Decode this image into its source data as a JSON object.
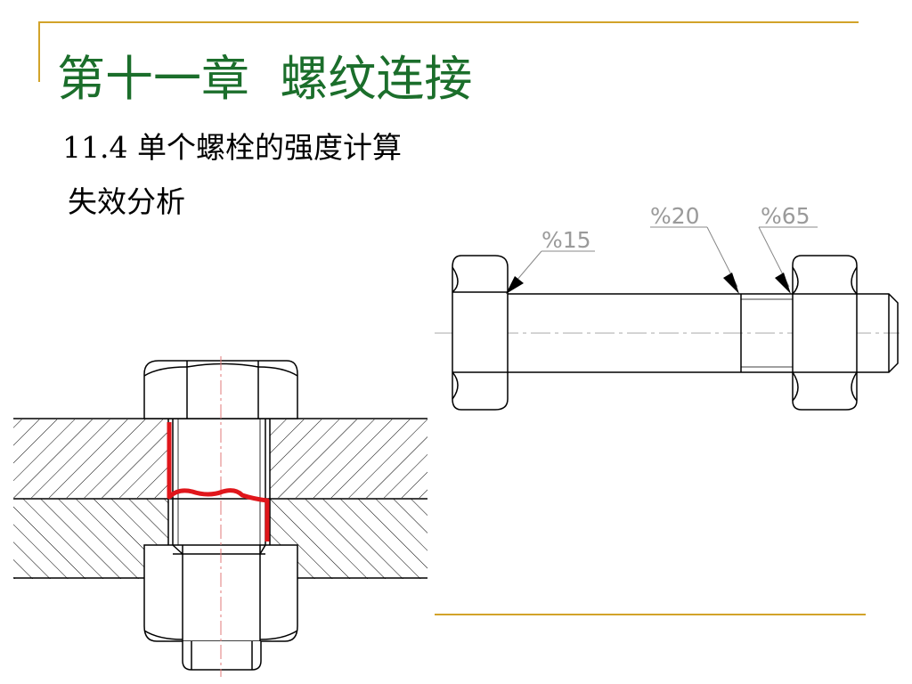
{
  "slide": {
    "title": "第十一章  螺纹连接",
    "subtitle": "11.4 单个螺栓的强度计算",
    "subhead": "失效分析"
  },
  "annotations": [
    {
      "label": "%15"
    },
    {
      "label": "%20"
    },
    {
      "label": "%65"
    }
  ],
  "colors": {
    "title": "#1b6e2b",
    "rule": "#d2a32a",
    "failure_line": "#e0161b",
    "annotation": "#9a9a9a"
  }
}
